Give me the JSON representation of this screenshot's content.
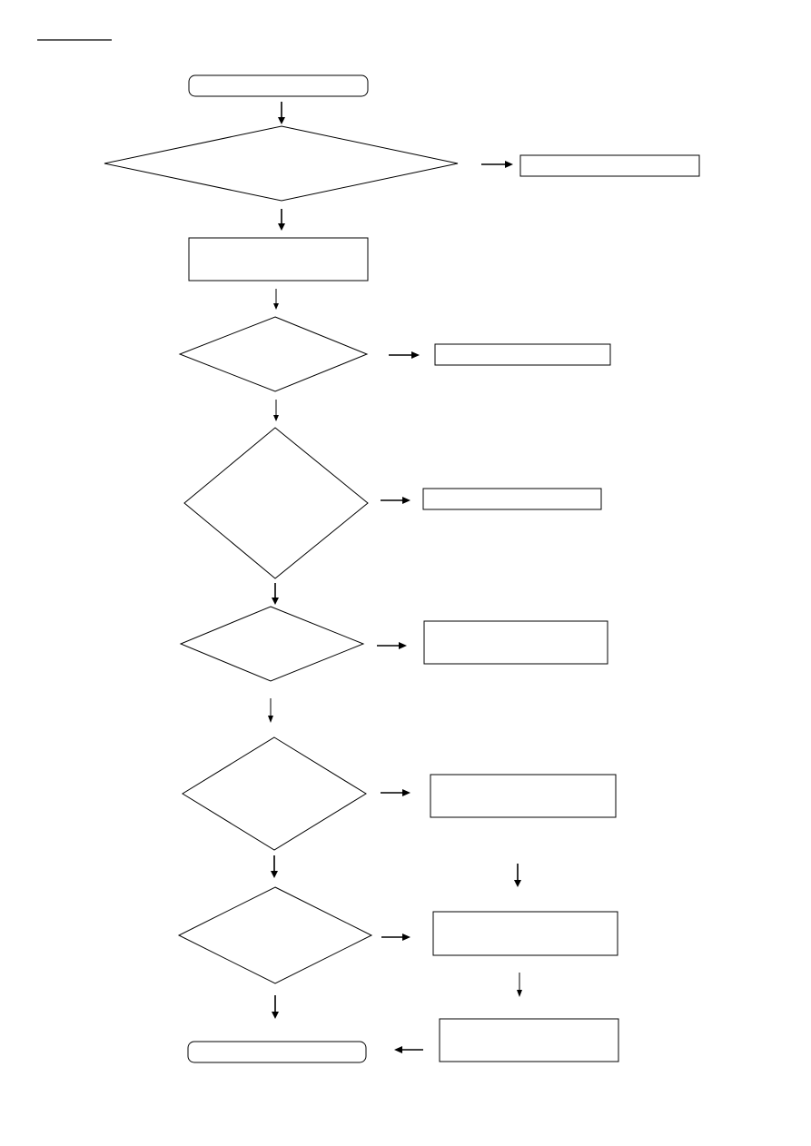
{
  "header": {
    "label": ""
  },
  "nodes": [
    {
      "id": "start",
      "kind": "terminal",
      "text": ""
    },
    {
      "id": "decision-1",
      "kind": "decision",
      "text": ""
    },
    {
      "id": "result-1",
      "kind": "process",
      "text": ""
    },
    {
      "id": "step-1",
      "kind": "process",
      "text": ""
    },
    {
      "id": "decision-2",
      "kind": "decision",
      "text": ""
    },
    {
      "id": "result-2",
      "kind": "process",
      "text": ""
    },
    {
      "id": "decision-3",
      "kind": "decision",
      "text": ""
    },
    {
      "id": "result-3",
      "kind": "process",
      "text": ""
    },
    {
      "id": "decision-4",
      "kind": "decision",
      "text": ""
    },
    {
      "id": "result-4",
      "kind": "process",
      "text": ""
    },
    {
      "id": "decision-5",
      "kind": "decision",
      "text": ""
    },
    {
      "id": "result-5",
      "kind": "process",
      "text": ""
    },
    {
      "id": "decision-6",
      "kind": "decision",
      "text": ""
    },
    {
      "id": "result-6",
      "kind": "process",
      "text": ""
    },
    {
      "id": "result-7",
      "kind": "process",
      "text": ""
    },
    {
      "id": "end",
      "kind": "terminal",
      "text": ""
    }
  ],
  "edges": [
    {
      "from": "start",
      "to": "decision-1"
    },
    {
      "from": "decision-1",
      "to": "result-1"
    },
    {
      "from": "decision-1",
      "to": "step-1"
    },
    {
      "from": "step-1",
      "to": "decision-2"
    },
    {
      "from": "decision-2",
      "to": "result-2"
    },
    {
      "from": "decision-2",
      "to": "decision-3"
    },
    {
      "from": "decision-3",
      "to": "result-3"
    },
    {
      "from": "decision-3",
      "to": "decision-4"
    },
    {
      "from": "decision-4",
      "to": "result-4"
    },
    {
      "from": "decision-4",
      "to": "decision-5"
    },
    {
      "from": "decision-5",
      "to": "result-5"
    },
    {
      "from": "decision-5",
      "to": "decision-6"
    },
    {
      "from": "result-5",
      "to": "result-6"
    },
    {
      "from": "decision-6",
      "to": "result-6"
    },
    {
      "from": "decision-6",
      "to": "end"
    },
    {
      "from": "result-6",
      "to": "result-7"
    },
    {
      "from": "result-7",
      "to": "end"
    }
  ]
}
